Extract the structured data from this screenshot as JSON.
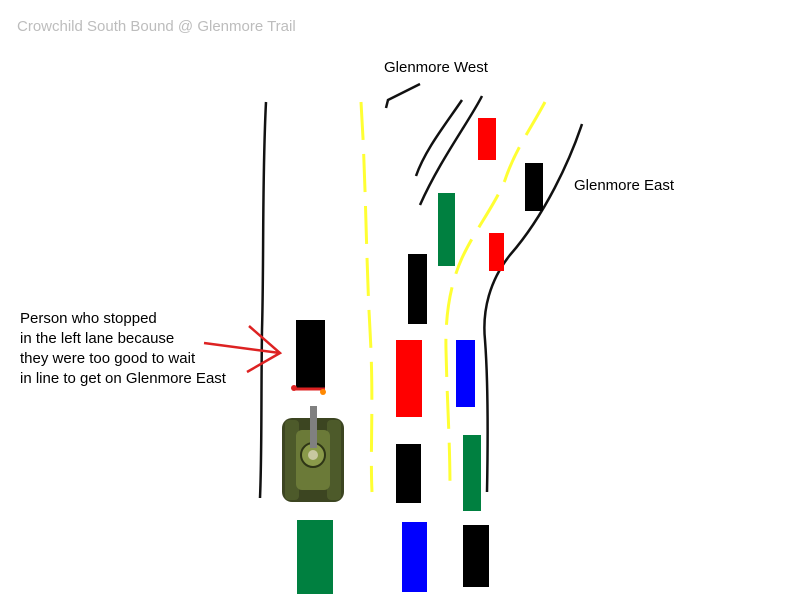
{
  "title": "Crowchild South Bound @ Glenmore Trail",
  "labels": {
    "glenmore_west": "Glenmore West",
    "glenmore_east": "Glenmore East"
  },
  "annotation": {
    "lines": [
      "Person who stopped",
      "in the left lane because",
      "they were too good to wait",
      "in line to get on Glenmore East"
    ]
  },
  "colors": {
    "lane_divider": "#ffff33",
    "road_edge": "#111111",
    "arrow": "#dd2222",
    "car_red": "#ff0000",
    "car_black": "#000000",
    "car_green": "#008040",
    "car_blue": "#0000ff",
    "tank": "#4d5a2a"
  },
  "vehicles": [
    {
      "color": "red"
    },
    {
      "color": "black"
    },
    {
      "color": "green"
    },
    {
      "color": "red"
    },
    {
      "color": "black"
    },
    {
      "color": "black"
    },
    {
      "color": "red"
    },
    {
      "color": "blue"
    },
    {
      "color": "black"
    },
    {
      "color": "green"
    },
    {
      "color": "black"
    },
    {
      "color": "green"
    },
    {
      "color": "blue"
    },
    {
      "color": "black"
    }
  ],
  "tank_icon": "tank-icon"
}
